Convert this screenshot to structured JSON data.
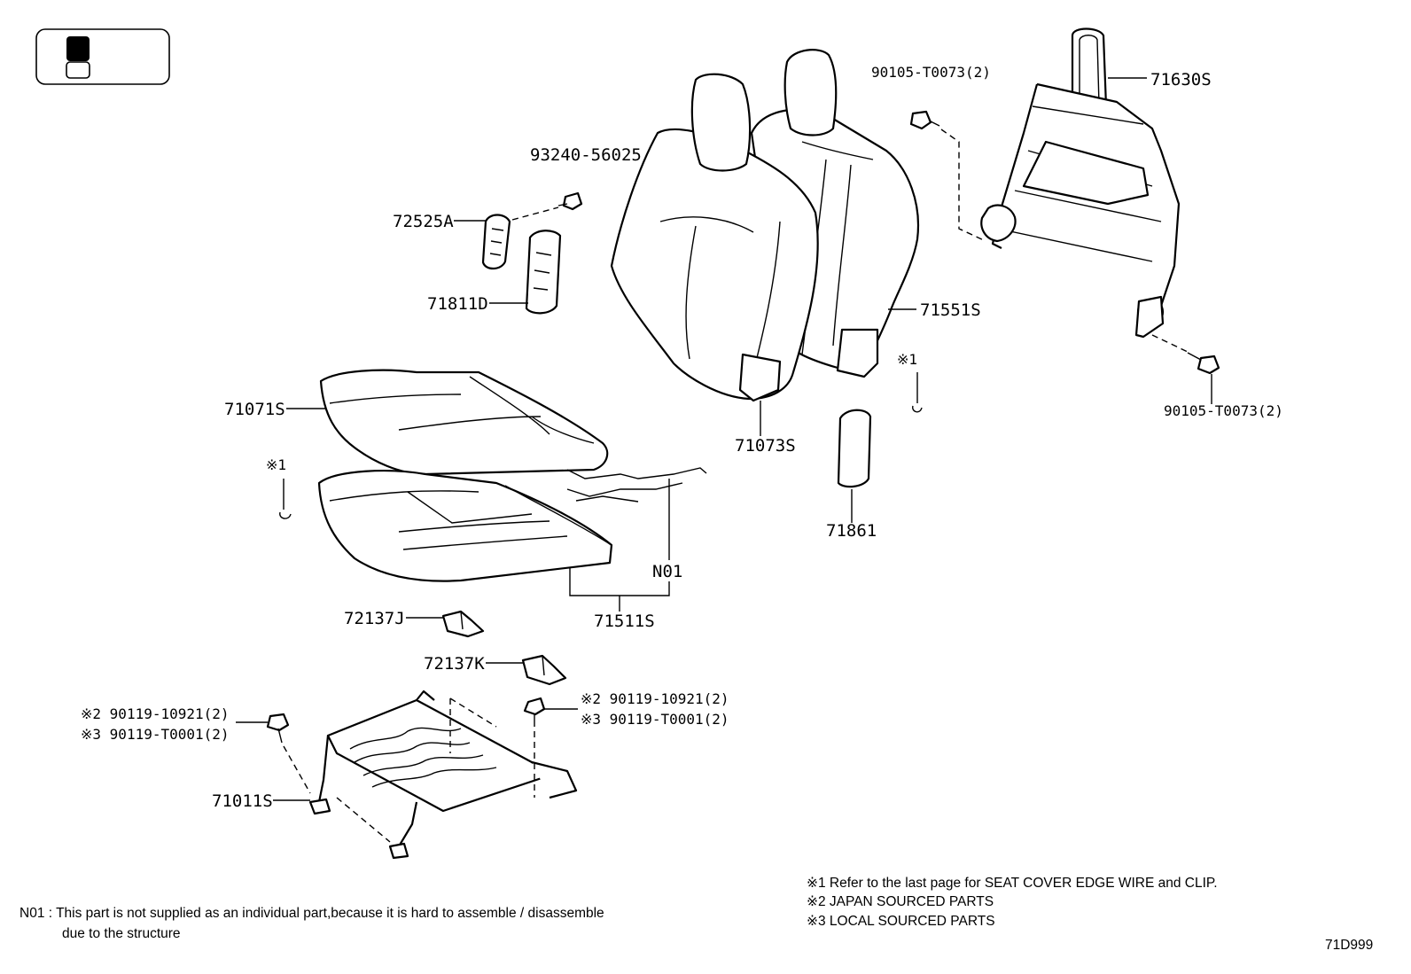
{
  "labels": {
    "p93240": "93240-56025",
    "p72525A": "72525A",
    "p71811D": "71811D",
    "p71071S": "71071S",
    "p71073S": "71073S",
    "p71551S": "71551S",
    "p71630S": "71630S",
    "p90105_top": "90105-T0073(2)",
    "p90105_bottom": "90105-T0073(2)",
    "p71861": "71861",
    "pN01": "N01",
    "p71511S": "71511S",
    "p72137J": "72137J",
    "p72137K": "72137K",
    "p71011S": "71011S",
    "ref1_upper": "※1",
    "ref1_lower": "※1",
    "left_bolt_a": "※2 90119-10921(2)",
    "left_bolt_b": "※3 90119-T0001(2)",
    "right_bolt_a": "※2 90119-10921(2)",
    "right_bolt_b": "※3 90119-T0001(2)"
  },
  "notes": {
    "n01": "N01 : This part is not supplied as an individual part,because it is hard to assemble / disassemble",
    "n01_cont": "due to the structure",
    "ref1": "※1  Refer to the last page for SEAT COVER EDGE WIRE and CLIP.",
    "ref2": "※2  JAPAN SOURCED PARTS",
    "ref3": "※3  LOCAL SOURCED PARTS"
  },
  "diagram_code": "71D999"
}
